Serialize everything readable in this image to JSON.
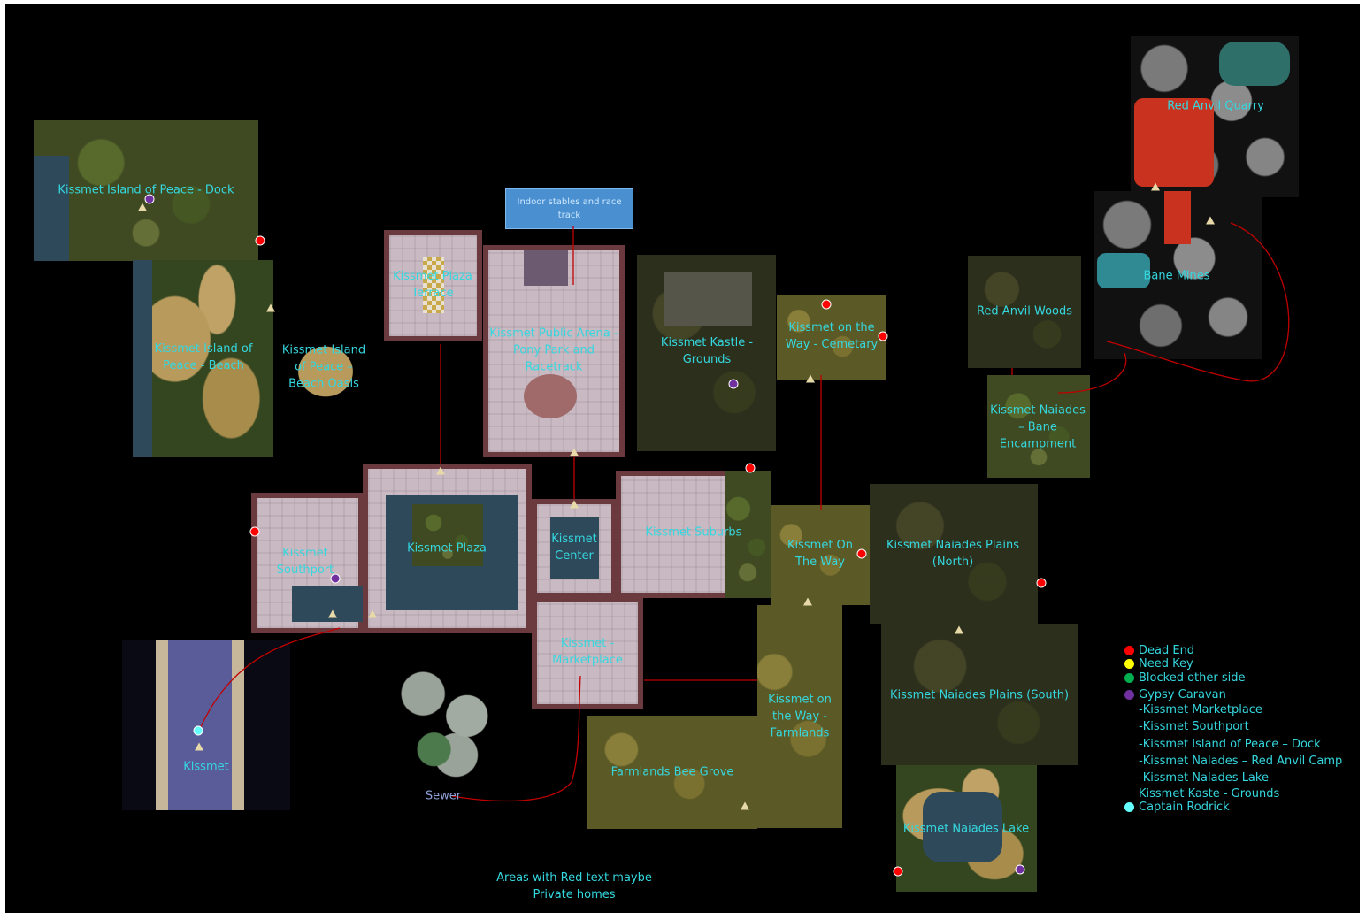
{
  "areas": {
    "island_dock": "Kissmet Island of Peace - Dock",
    "island_beach": "Kissmet Island of\nPeace - Beach",
    "beach_oasis": "Kissmet Island\nof Peace –\nBeach Oasis",
    "plaza_terrace": "Kissmet Plaza\nTerrace",
    "public_arena": "Kissmet Public Arena -\nPony Park and\nRacetrack",
    "kastle_grounds": "Kissmet Kastle -\nGrounds",
    "way_cemetary": "Kissmet on the\nWay - Cemetary",
    "red_anvil_woods": "Red Anvil Woods",
    "red_anvil_quarry": "Red Anvil Quarry",
    "bane_mines": "Bane Mines",
    "bane_encampment": "Kissmet Naiades\n– Bane\nEncampment",
    "southport": "Kissmet\nSouthport",
    "plaza": "Kissmet Plaza",
    "center": "Kissmet\nCenter",
    "suburbs": "Kissmet Suburbs",
    "on_the_way": "Kissmet On\nThe Way",
    "plains_north": "Kissmet Naiades Plains\n(North)",
    "marketplace": "Kissmet -\nMarketplace",
    "way_farmlands": "Kissmet on\nthe Way -\nFarmlands",
    "plains_south": "Kissmet Naiades Plains (South)",
    "kissmet": "Kissmet",
    "sewer": "Sewer",
    "bee_grove": "Farmlands Bee Grove",
    "naiades_lake": "Kissmet Naiades Lake"
  },
  "callout": "Indoor stables and race\ntrack",
  "footnote": "Areas with Red text maybe\nPrivate homes",
  "legend": {
    "dead_end": "Dead End",
    "need_key": "Need Key",
    "blocked": "Blocked other side",
    "gypsy": "Gypsy Caravan",
    "gypsy_locations": [
      "-Kissmet Marketplace",
      "-Kissmet Southport",
      "-Kissmet Island of Peace – Dock",
      "-Kissmet Nalades – Red Anvil Camp",
      "-Kissmet Nalades Lake"
    ],
    "kaste": "Kissmet Kaste - Grounds",
    "captain": "Captain Rodrick"
  },
  "colors": {
    "label": "#35d7df",
    "dead_end": "#ff0000",
    "need_key": "#ffff00",
    "blocked": "#00b050",
    "gypsy": "#7030a0",
    "captain": "#66ffff",
    "link": "#c00000"
  }
}
